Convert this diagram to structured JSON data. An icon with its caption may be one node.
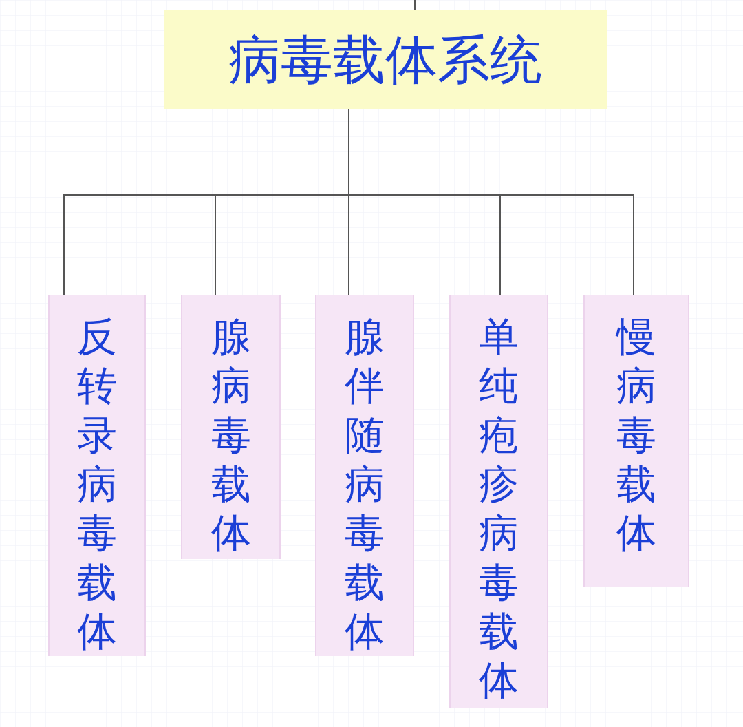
{
  "diagram": {
    "nodes": [
      {
        "text": [
          "病毒载体系统"
        ]
      },
      {
        "text": [
          "反转录病毒载体"
        ]
      },
      {
        "text": [
          "腺病毒载体"
        ]
      },
      {
        "text": [
          "腺伴随病毒载体"
        ]
      },
      {
        "text": [
          "单纯疱疹病毒载体"
        ]
      },
      {
        "text": [
          "慢病毒载体"
        ]
      }
    ],
    "edges": [
      {
        "from": null,
        "to": 0,
        "arrow": "none"
      },
      {
        "from": 0,
        "to": 1,
        "arrow": "none"
      },
      {
        "from": 0,
        "to": 2,
        "arrow": "none"
      },
      {
        "from": 0,
        "to": 3,
        "arrow": "none"
      },
      {
        "from": 0,
        "to": 4,
        "arrow": "none"
      },
      {
        "from": 0,
        "to": 5,
        "arrow": "none"
      }
    ]
  }
}
